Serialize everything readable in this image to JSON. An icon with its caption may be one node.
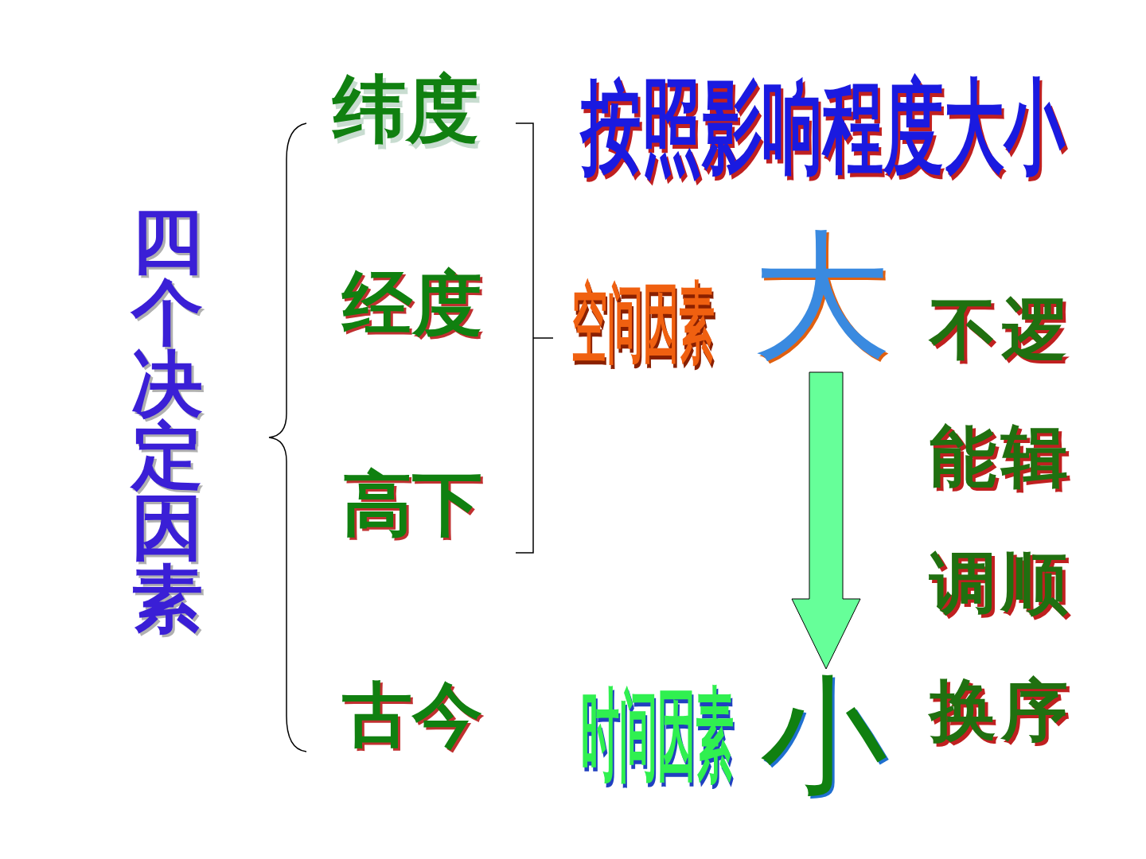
{
  "diagram": {
    "nodes": [
      {
        "text": [
          "四个决定因素"
        ]
      },
      {
        "text": [
          "纬度"
        ]
      },
      {
        "text": [
          "经度"
        ]
      },
      {
        "text": [
          "高下"
        ]
      },
      {
        "text": [
          "古今"
        ]
      },
      {
        "text": [
          "空间因素"
        ]
      },
      {
        "text": [
          "大"
        ]
      },
      {
        "text": [
          "时间因素"
        ]
      },
      {
        "text": [
          "小"
        ]
      }
    ],
    "edges": [
      {
        "from": 6,
        "to": 8,
        "arrow": "to"
      }
    ],
    "labels": [
      "按照影响程度大小",
      "不能调换",
      "逻辑顺序"
    ]
  }
}
